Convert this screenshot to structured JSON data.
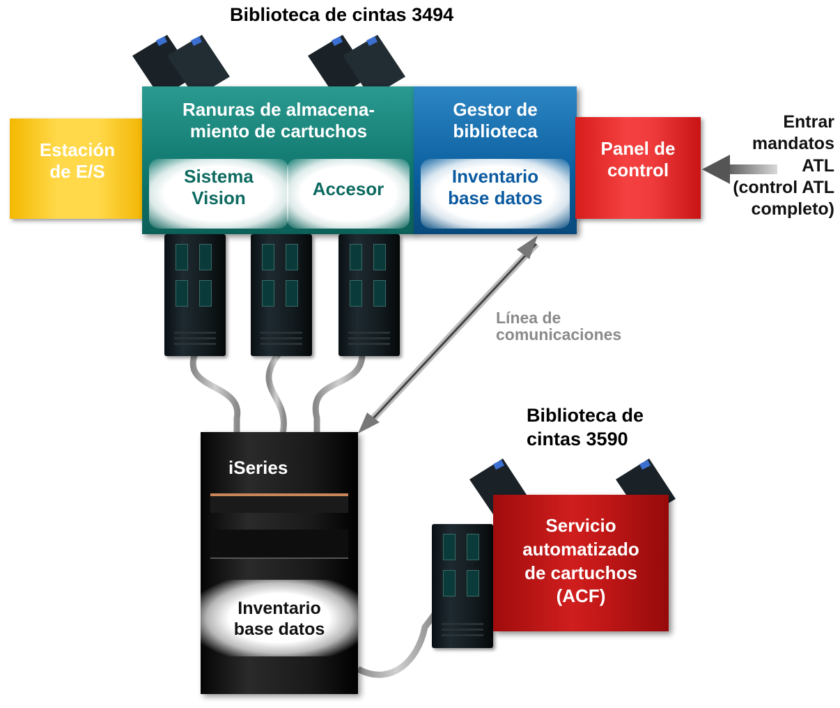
{
  "title_top": "Biblioteca de cintas 3494",
  "io_station": {
    "line1": "Estación",
    "line2": "de E/S"
  },
  "storage_slots": {
    "line1": "Ranuras de almacena-",
    "line2": "miento de cartuchos"
  },
  "vision_system": {
    "line1": "Sistema",
    "line2": "Vision"
  },
  "accessor": "Accesor",
  "library_manager": {
    "line1": "Gestor de",
    "line2": "biblioteca"
  },
  "inventory_db_top": {
    "line1": "Inventario",
    "line2": "base datos"
  },
  "control_panel": {
    "line1": "Panel de",
    "line2": "control"
  },
  "atl_commands": {
    "line1": "Entrar",
    "line2": "mandatos",
    "line3": "ATL",
    "line4": "(control ATL",
    "line5": "completo)"
  },
  "comm_line": {
    "line1": "Línea de",
    "line2": "comunicaciones"
  },
  "title_bottom": {
    "line1": "Biblioteca de",
    "line2": "cintas 3590"
  },
  "iseries": "iSeries",
  "inventory_db_bottom": {
    "line1": "Inventario",
    "line2": "base datos"
  },
  "acf": {
    "line1": "Servicio",
    "line2": "automatizado",
    "line3": "de cartuchos",
    "line4": "(ACF)"
  },
  "colors": {
    "io_station": "#ffd23a",
    "storage_slots": "#0f766c",
    "library_manager": "#0b5f9e",
    "control_panel": "#f03c3c",
    "acf": "#c41818"
  }
}
